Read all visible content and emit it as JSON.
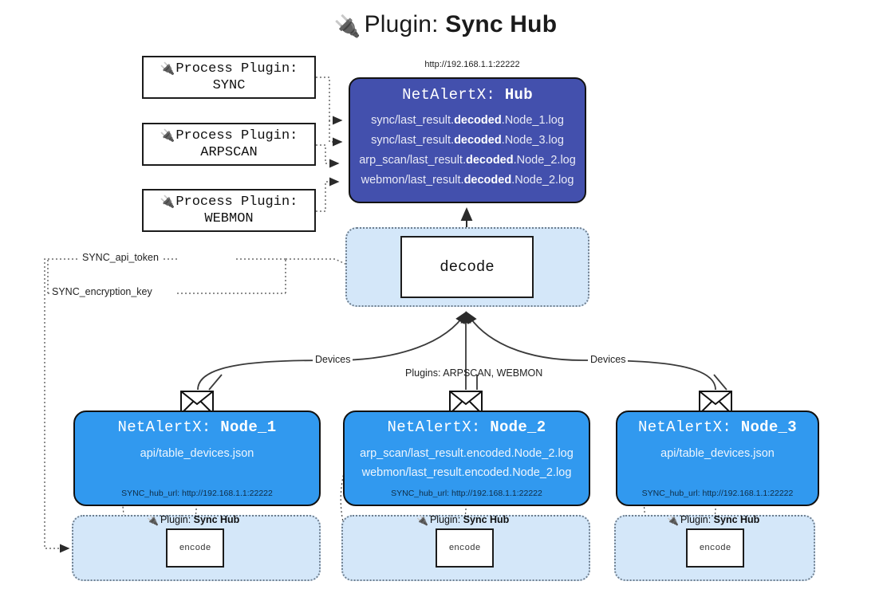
{
  "title": {
    "icon": "plug-icon",
    "prefix": "Plugin: ",
    "name": "Sync Hub"
  },
  "hub": {
    "url": "http://192.168.1.1:22222",
    "title_prefix": "NetAlertX: ",
    "title_name": "Hub",
    "logs": [
      {
        "pre": "sync/last_result.",
        "mid": "decoded",
        "post": ".Node_1.log"
      },
      {
        "pre": "sync/last_result.",
        "mid": "decoded",
        "post": ".Node_3.log"
      },
      {
        "pre": "arp_scan/last_result.",
        "mid": "decoded",
        "post": ".Node_2.log"
      },
      {
        "pre": "webmon/last_result.",
        "mid": "decoded",
        "post": ".Node_2.log"
      }
    ]
  },
  "process_plugins": [
    {
      "icon": "plug-icon",
      "line1": "Process Plugin:",
      "line2": "SYNC"
    },
    {
      "icon": "plug-icon",
      "line1": "Process Plugin:",
      "line2": "ARPSCAN"
    },
    {
      "icon": "plug-icon",
      "line1": "Process Plugin:",
      "line2": "WEBMON"
    }
  ],
  "decode": {
    "label": "decode"
  },
  "settings_edges": [
    {
      "label": "SYNC_api_token"
    },
    {
      "label": "SYNC_encryption_key"
    }
  ],
  "flow_labels": {
    "left": "Devices",
    "center": "Plugins: ARPSCAN, WEBMON",
    "right": "Devices"
  },
  "nodes": [
    {
      "title_prefix": "NetAlertX: ",
      "title_name": "Node_1",
      "lines": [
        "api/table_devices.json"
      ],
      "footer": "SYNC_hub_url: http://192.168.1.1:22222",
      "envelope_icon": "envelope-icon"
    },
    {
      "title_prefix": "NetAlertX: ",
      "title_name": "Node_2",
      "lines": [
        "arp_scan/last_result.encoded.Node_2.log",
        "webmon/last_result.encoded.Node_2.log"
      ],
      "footer": "SYNC_hub_url: http://192.168.1.1:22222",
      "envelope_icon": "envelope-icon"
    },
    {
      "title_prefix": "NetAlertX: ",
      "title_name": "Node_3",
      "lines": [
        "api/table_devices.json"
      ],
      "footer": "SYNC_hub_url: http://192.168.1.1:22222",
      "envelope_icon": "envelope-icon"
    }
  ],
  "node_plugins": [
    {
      "icon": "plug-icon",
      "prefix": "Plugin: ",
      "name": "Sync Hub",
      "encode_label": "encode"
    },
    {
      "icon": "plug-icon",
      "prefix": "Plugin: ",
      "name": "Sync Hub",
      "encode_label": "encode"
    },
    {
      "icon": "plug-icon",
      "prefix": "Plugin: ",
      "name": "Sync Hub",
      "encode_label": "encode"
    }
  ],
  "colors": {
    "hub_fill": "#4350ad",
    "node_fill": "#3199ef",
    "container_fill": "#d4e7f9",
    "stroke": "#1c1c1c",
    "dotted_stroke": "#6f7f8f",
    "background": "#ffffff"
  }
}
